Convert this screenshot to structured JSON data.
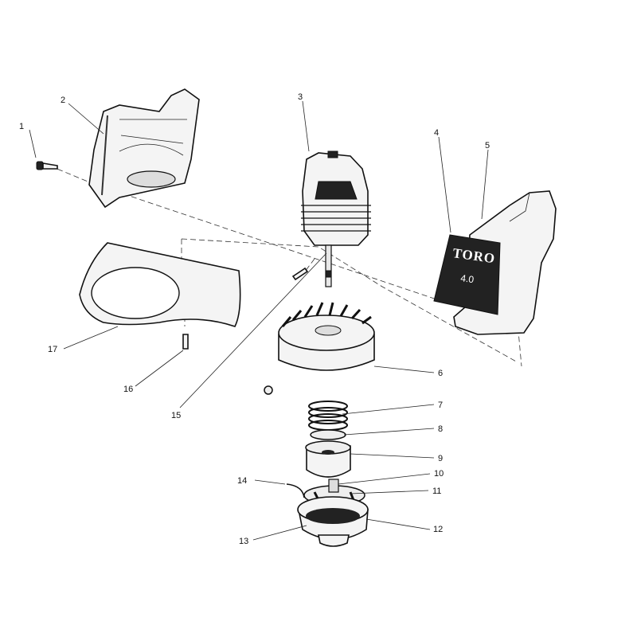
{
  "decal": {
    "brand": "TORO",
    "model": "4.0"
  },
  "callouts": [
    {
      "id": "1",
      "label": "1"
    },
    {
      "id": "2",
      "label": "2"
    },
    {
      "id": "3",
      "label": "3"
    },
    {
      "id": "4",
      "label": "4"
    },
    {
      "id": "5",
      "label": "5"
    },
    {
      "id": "6",
      "label": "6"
    },
    {
      "id": "7",
      "label": "7"
    },
    {
      "id": "8",
      "label": "8"
    },
    {
      "id": "9",
      "label": "9"
    },
    {
      "id": "10",
      "label": "10"
    },
    {
      "id": "11",
      "label": "11"
    },
    {
      "id": "12",
      "label": "12"
    },
    {
      "id": "13",
      "label": "13"
    },
    {
      "id": "14",
      "label": "14"
    },
    {
      "id": "15",
      "label": "15"
    },
    {
      "id": "16",
      "label": "16"
    },
    {
      "id": "17",
      "label": "17"
    }
  ]
}
